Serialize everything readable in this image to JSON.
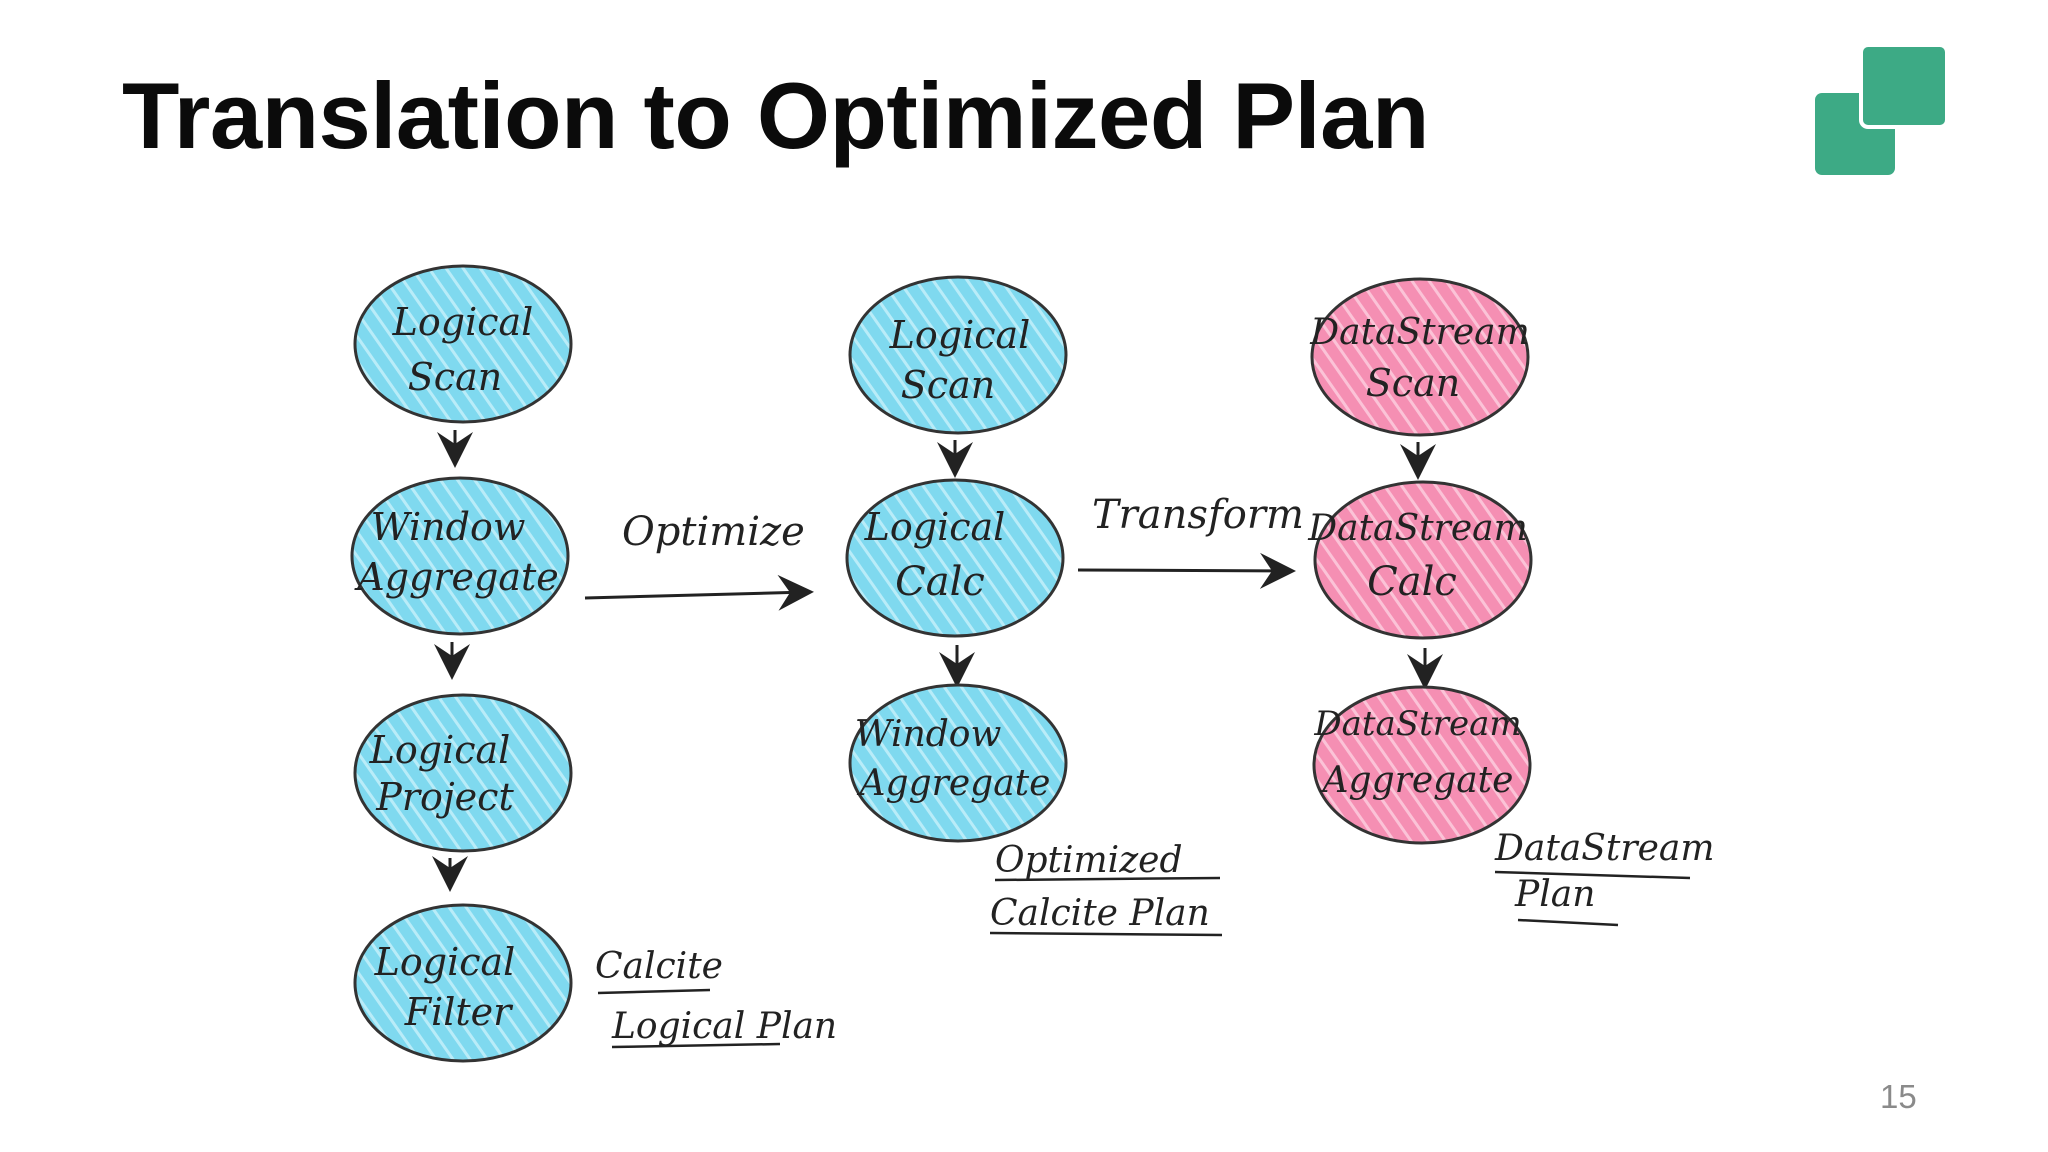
{
  "slide": {
    "title": "Translation to Optimized Plan",
    "page_number": "15"
  },
  "colors": {
    "logo_green": "#3daa85",
    "logical_node": "#6fd3ec",
    "datastream_node": "#f57fa9",
    "ink": "#222222"
  },
  "diagram": {
    "columns": [
      {
        "caption": [
          "Calcite",
          "Logical Plan"
        ],
        "nodes": [
          {
            "lines": [
              "Logical",
              "Scan"
            ]
          },
          {
            "lines": [
              "Window",
              "Aggregate"
            ]
          },
          {
            "lines": [
              "Logical",
              "Project"
            ]
          },
          {
            "lines": [
              "Logical",
              "Filter"
            ]
          }
        ]
      },
      {
        "caption": [
          "Optimized",
          "Calcite Plan"
        ],
        "nodes": [
          {
            "lines": [
              "Logical",
              "Scan"
            ]
          },
          {
            "lines": [
              "Logical",
              "Calc"
            ]
          },
          {
            "lines": [
              "Window",
              "Aggregate"
            ]
          }
        ]
      },
      {
        "caption": [
          "DataStream",
          "Plan"
        ],
        "nodes": [
          {
            "lines": [
              "DataStream",
              "Scan"
            ]
          },
          {
            "lines": [
              "DataStream",
              "Calc"
            ]
          },
          {
            "lines": [
              "DataStream",
              "Aggregate"
            ]
          }
        ]
      }
    ],
    "transitions": [
      {
        "label": "Optimize"
      },
      {
        "label": "Transform"
      }
    ]
  }
}
